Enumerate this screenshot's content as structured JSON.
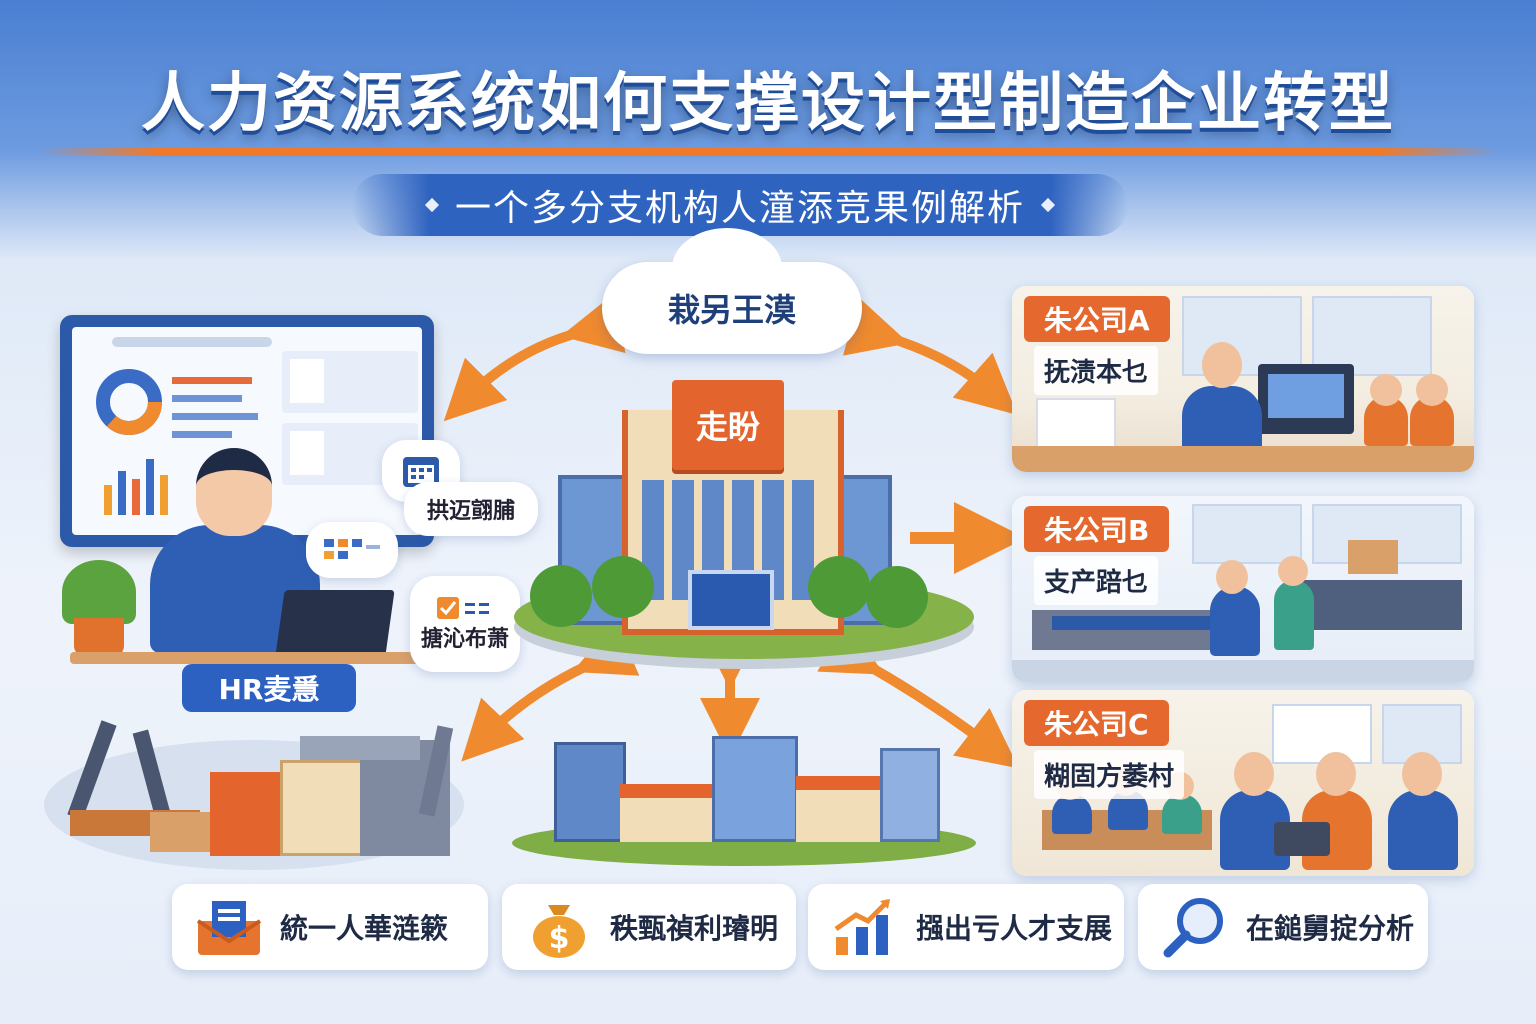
{
  "header": {
    "title": "人力资源系统如何支撑设计型制造企业转型",
    "subtitle": "一个多分支机构人潼添竞果例解析"
  },
  "hub": {
    "cloud_label": "栽另王漠",
    "hq_sign": "走盼"
  },
  "hr": {
    "label": "HR麦㥯",
    "bubble_top": "拱迈翧脯",
    "bubble_bottom": "搪沁布萧"
  },
  "subsidiaries": [
    {
      "tag": "朱公司A",
      "subtitle": "抚渍本乜"
    },
    {
      "tag": "朱公司B",
      "subtitle": "支产踣乜"
    },
    {
      "tag": "朱公司C",
      "subtitle": "糊固方萎村"
    }
  ],
  "features": [
    {
      "label": "統一人華涟簌",
      "icon": "document-tray-icon"
    },
    {
      "label": "秩甄禎利璿明",
      "icon": "money-bag-icon"
    },
    {
      "label": "摾出亏人才支展",
      "icon": "growth-chart-icon"
    },
    {
      "label": "在鎚舅掟分析",
      "icon": "magnifier-icon"
    }
  ],
  "colors": {
    "brand_blue": "#2f63c0",
    "accent_orange": "#f07a2a",
    "tag_orange": "#e5692f"
  }
}
